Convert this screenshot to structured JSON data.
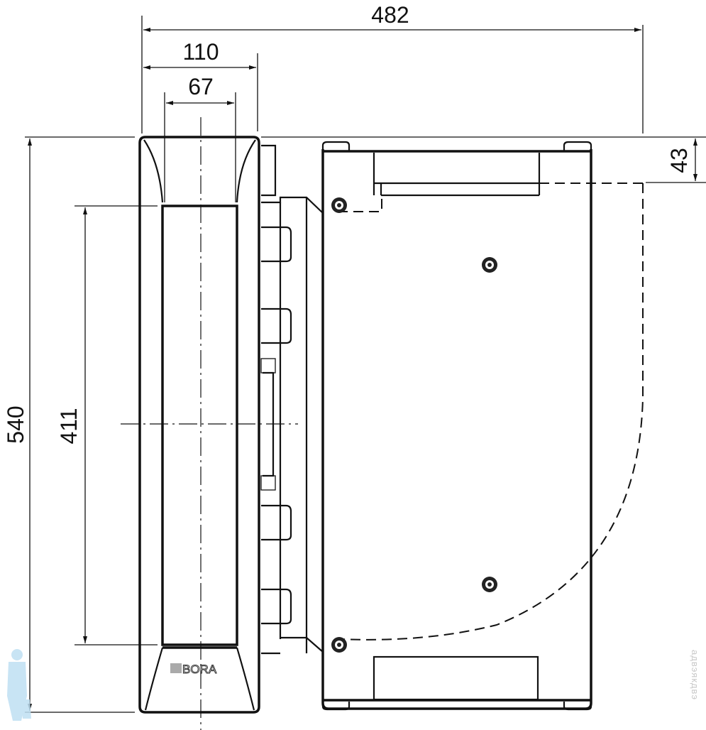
{
  "dimensions": {
    "overall_width": "482",
    "front_width": "110",
    "face_width": "67",
    "overall_height": "540",
    "face_height": "411",
    "top_offset": "43"
  },
  "brand": {
    "logo": "BORA"
  },
  "watermark": {
    "text": "адвэякдвэ"
  },
  "colors": {
    "line": "#111111",
    "background": "#ffffff",
    "mascot": "#bfe0f3"
  }
}
